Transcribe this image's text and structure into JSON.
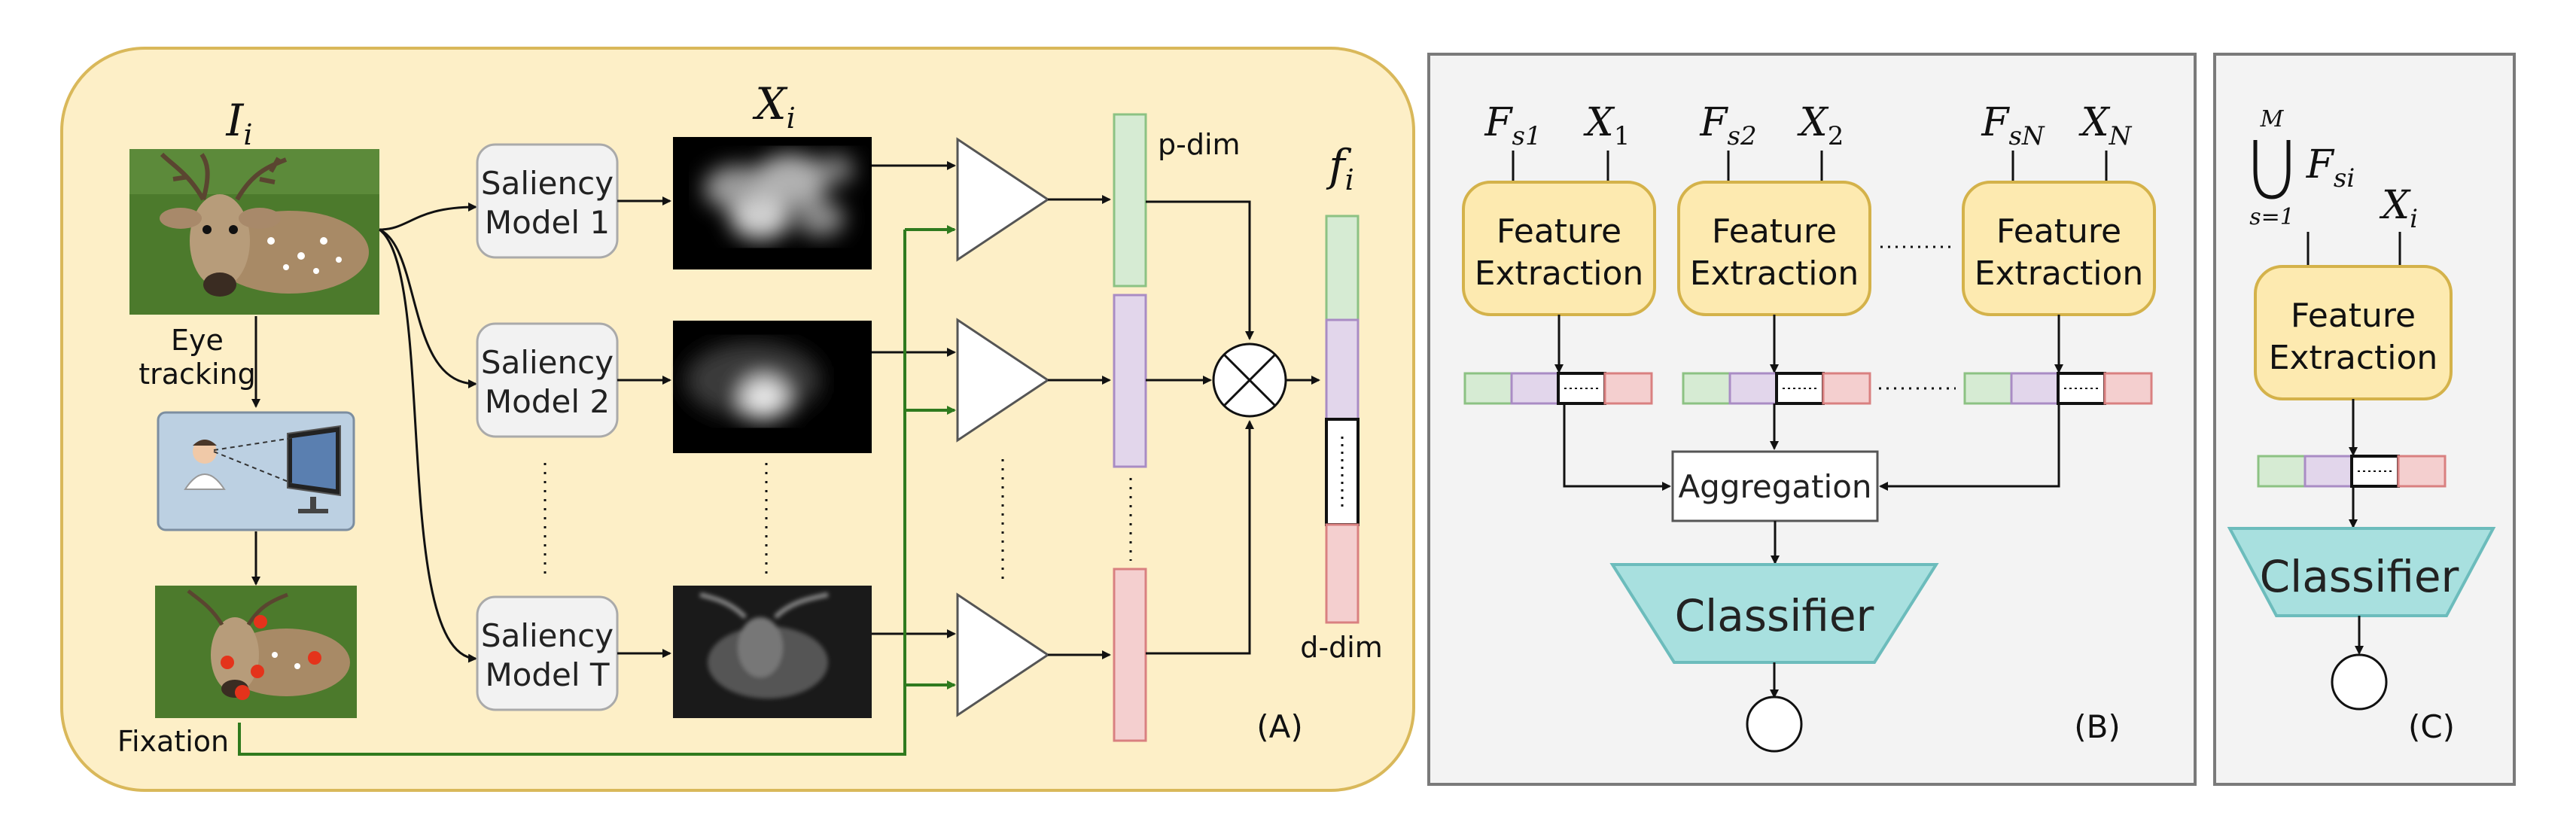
{
  "panel_a": {
    "label": "(A)",
    "input_label": "I",
    "input_sub": "i",
    "saliency_map_label": "X",
    "saliency_map_sub": "i",
    "feature_label": "f",
    "feature_sub": "i",
    "eye_tracking_line1": "Eye",
    "eye_tracking_line2": "tracking",
    "fixation_label": "Fixation",
    "models": [
      {
        "line1": "Saliency",
        "line2": "Model 1"
      },
      {
        "line1": "Saliency",
        "line2": "Model 2"
      },
      {
        "line1": "Saliency",
        "line2": "Model T"
      }
    ],
    "p_dim_label": "p-dim",
    "d_dim_label": "d-dim"
  },
  "panel_b": {
    "label": "(B)",
    "columns": [
      {
        "f_main": "F",
        "f_sub": "s1",
        "x_main": "X",
        "x_sub": "1"
      },
      {
        "f_main": "F",
        "f_sub": "s2",
        "x_main": "X",
        "x_sub": "2"
      },
      {
        "f_main": "F",
        "f_sub": "sN",
        "x_main": "X",
        "x_sub": "N"
      }
    ],
    "feature_extraction_line1": "Feature",
    "feature_extraction_line2": "Extraction",
    "aggregation_label": "Aggregation",
    "classifier_label": "Classifier"
  },
  "panel_c": {
    "label": "(C)",
    "union_top": "M",
    "union_bottom": "s=1",
    "f_main": "F",
    "f_sub": "si",
    "x_main": "X",
    "x_sub": "i",
    "feature_extraction_line1": "Feature",
    "feature_extraction_line2": "Extraction",
    "classifier_label": "Classifier"
  },
  "colors": {
    "panel_a_bg": "#fdefc7",
    "panel_a_border": "#d9b85a",
    "panel_bc_bg": "#f3f3f3",
    "panel_bc_border": "#7a7a7a",
    "fe_fill": "#fdeab0",
    "fe_border": "#d4b24a",
    "classifier_fill": "#a8e0df",
    "classifier_border": "#6cbcbc",
    "green_arrow": "#2f7a1e",
    "seg_green": "#d6ebd3",
    "seg_purple": "#e2d6eb",
    "seg_red": "#f4cfcf",
    "green_border": "#8cc283",
    "purple_border": "#a98cc4",
    "red_border": "#d98080"
  }
}
